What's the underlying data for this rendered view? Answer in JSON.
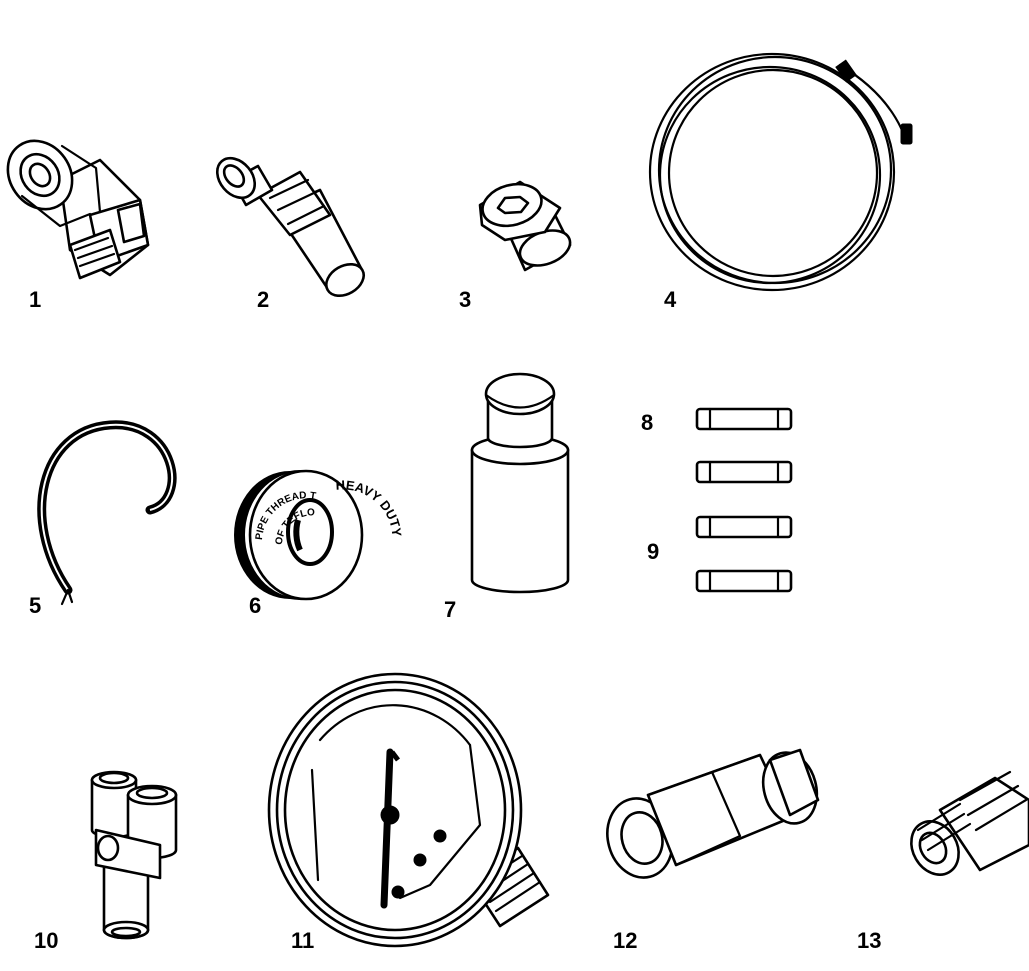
{
  "parts": [
    {
      "id": "1",
      "name": "cable gland fitting"
    },
    {
      "id": "2",
      "name": "flare adapter fitting"
    },
    {
      "id": "3",
      "name": "hex socket plug"
    },
    {
      "id": "4",
      "name": "tubing coil"
    },
    {
      "id": "5",
      "name": "wire lead"
    },
    {
      "id": "6",
      "name": "pipe thread tape roll"
    },
    {
      "id": "7",
      "name": "cylindrical adapter"
    },
    {
      "id": "8",
      "name": "fuse"
    },
    {
      "id": "9",
      "name": "fuse"
    },
    {
      "id": "10",
      "name": "push-in tee fitting"
    },
    {
      "id": "11",
      "name": "pressure gauge"
    },
    {
      "id": "12",
      "name": "union coupling"
    },
    {
      "id": "13",
      "name": "flare fitting"
    }
  ],
  "tape": {
    "line1": "PIPE THREAD TAPE",
    "line2": "OF TEFLON",
    "line3": "HEAVY DUTY"
  }
}
